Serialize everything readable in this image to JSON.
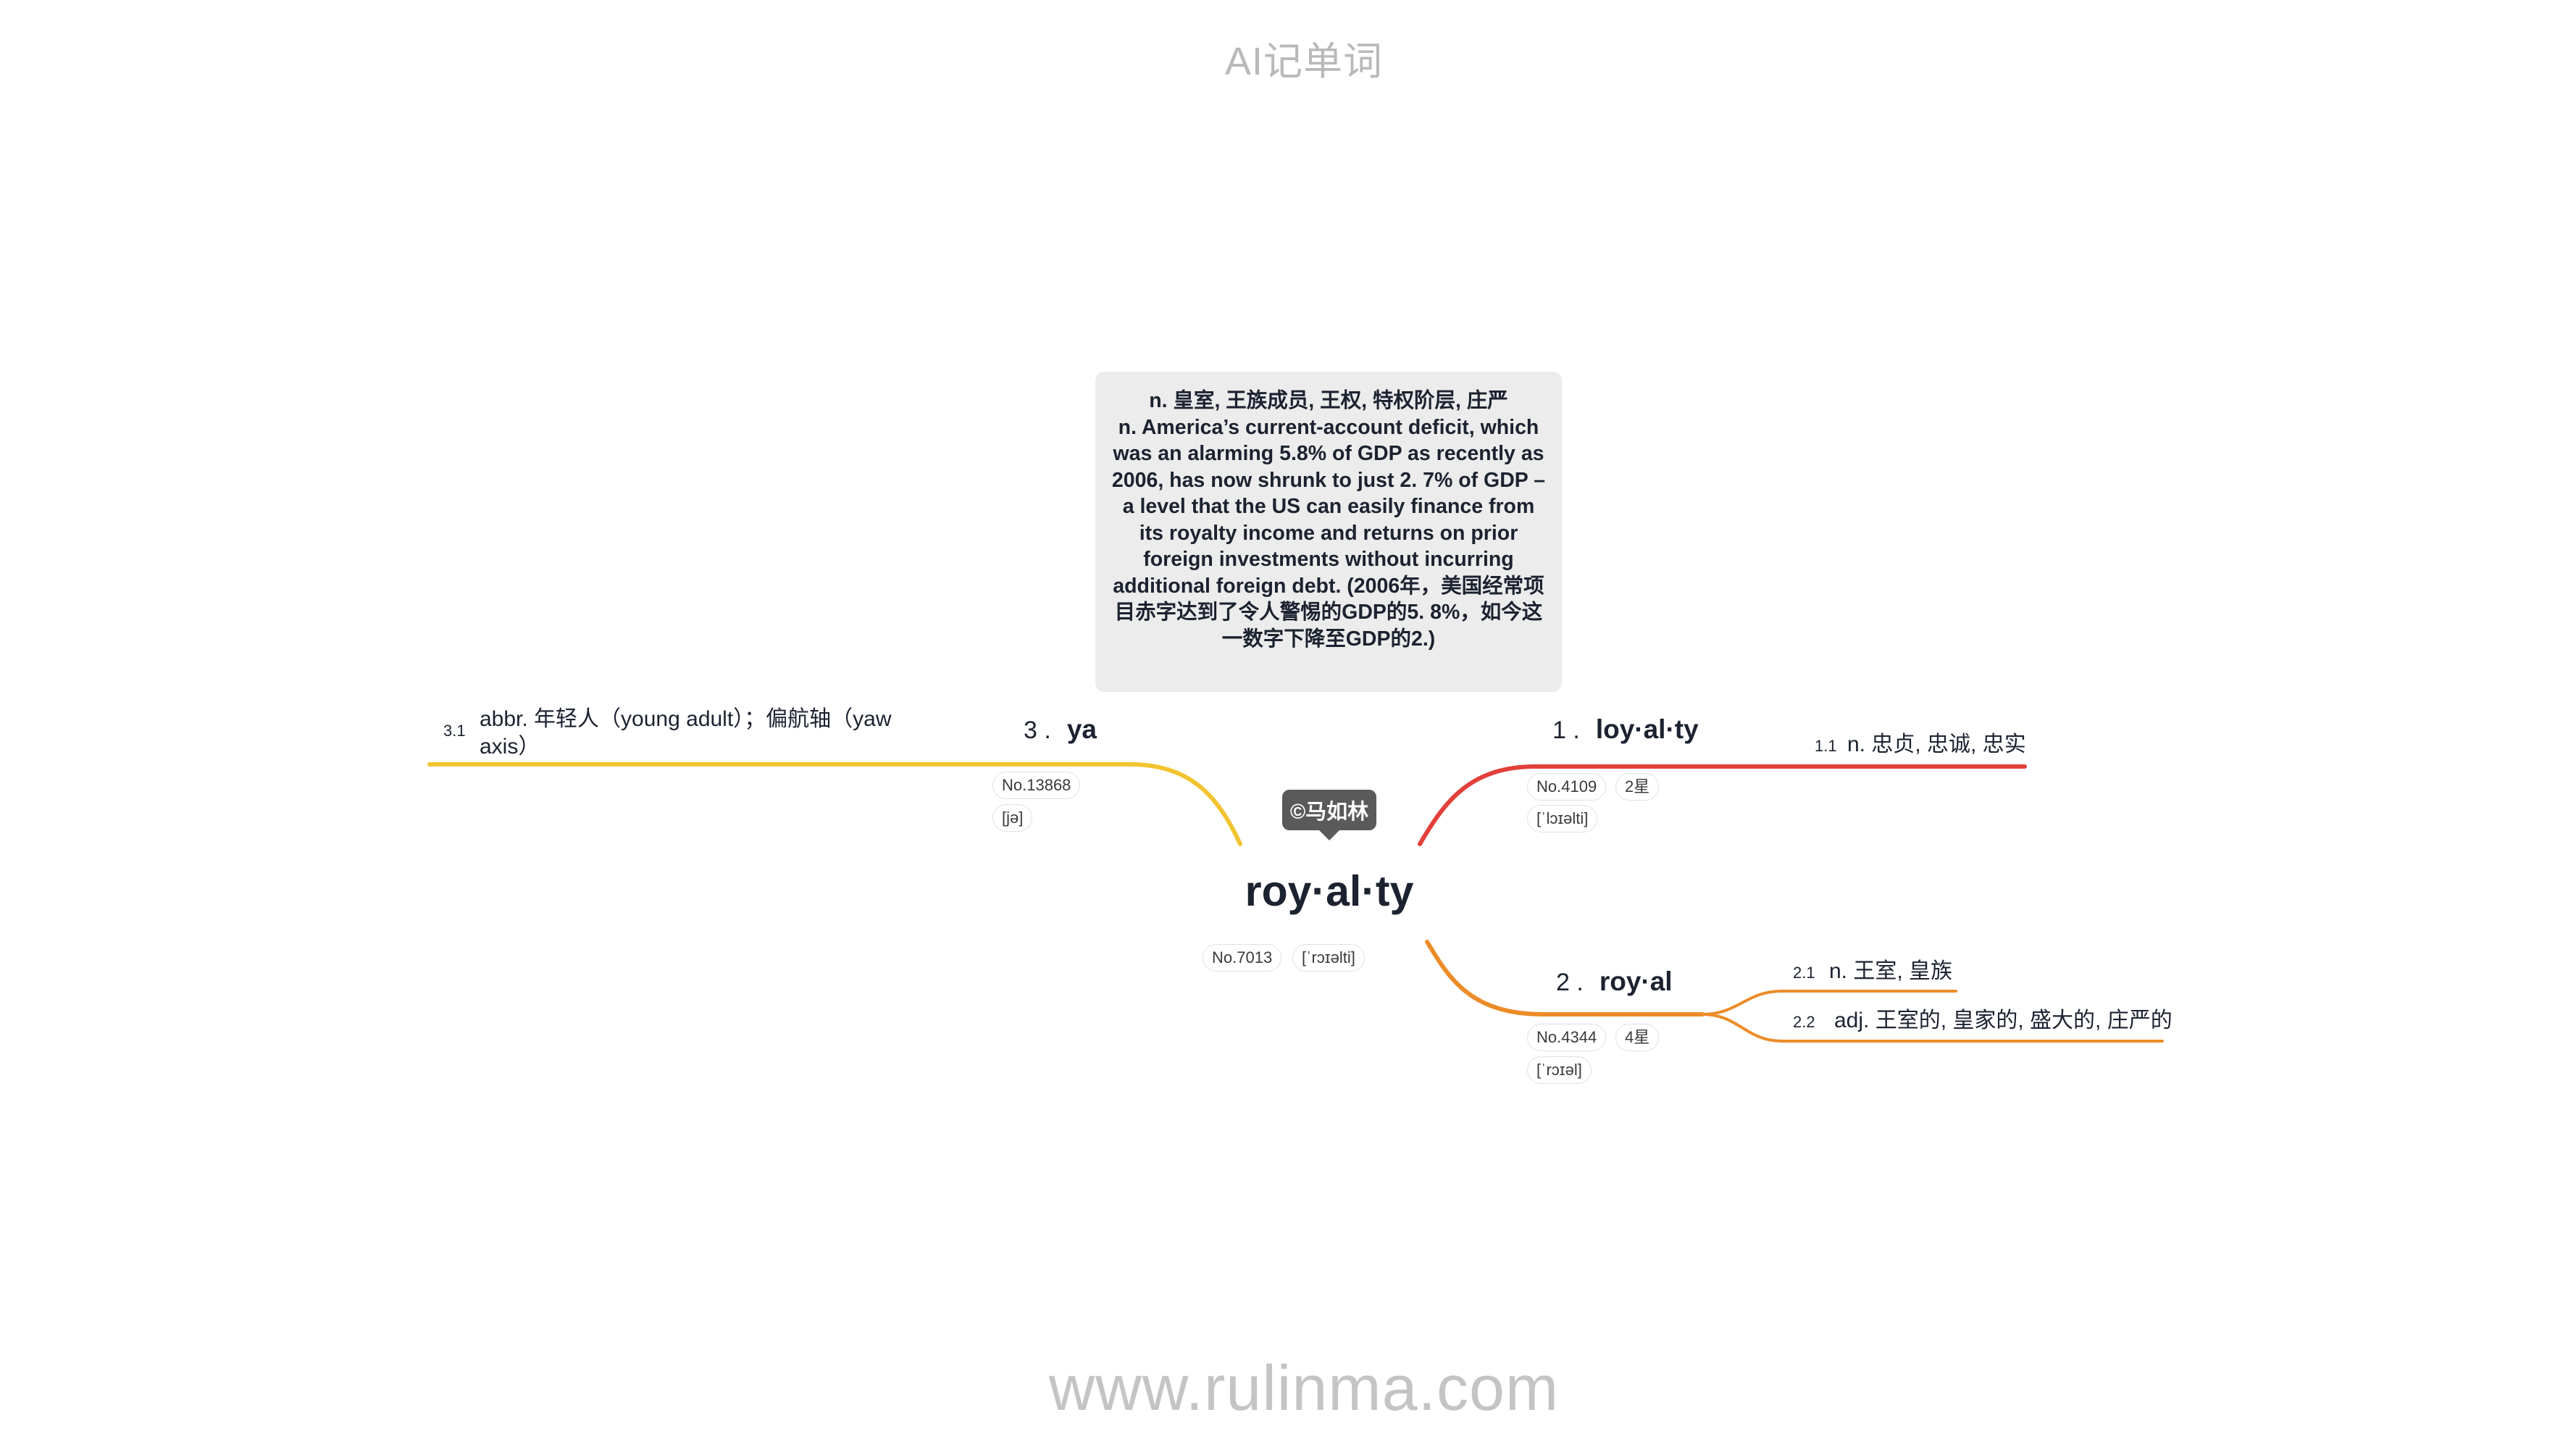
{
  "header": {
    "title": "AI记单词"
  },
  "watermark": "www.rulinma.com",
  "note": {
    "text": "n. 皇室, 王族成员, 王权, 特权阶层, 庄严\nn. America’s current-account deficit, which was an alarming 5.8% of GDP as recently as 2006, has now shrunk to just 2. 7% of GDP – a level that the US can easily finance from its royalty income and returns on prior foreign investments without incurring additional foreign debt. (2006年，美国经常项目赤字达到了令人警惕的GDP的5. 8%，如今这一数字下降至GDP的2.)"
  },
  "copyright": "©马如林",
  "central": {
    "word": "roy·al·ty",
    "rank": "No.7013",
    "phonetic": "[ˈrɔɪəlti]"
  },
  "branches": [
    {
      "number": "1 .",
      "word": "loy·al·ty",
      "rank": "No.4109",
      "stars": "2星",
      "phonetic": "[ˈlɔɪəlti]",
      "color": "#e2403b",
      "senses": [
        {
          "number": "1.1",
          "text": "n. 忠贞, 忠诚, 忠实"
        }
      ]
    },
    {
      "number": "2 .",
      "word": "roy·al",
      "rank": "No.4344",
      "stars": "4星",
      "phonetic": "[ˈrɔɪəl]",
      "color": "#ec8c28",
      "senses": [
        {
          "number": "2.1",
          "text": "n. 王室, 皇族"
        },
        {
          "number": "2.2",
          "text": "adj. 王室的, 皇家的, 盛大的, 庄严的"
        }
      ]
    },
    {
      "number": "3 .",
      "word": "ya",
      "rank": "No.13868",
      "phonetic": "[jə]",
      "color": "#f3c431",
      "senses": [
        {
          "number": "3.1",
          "text": "abbr. 年轻人（young adult）；偏航轴（yaw axis）"
        }
      ]
    }
  ]
}
